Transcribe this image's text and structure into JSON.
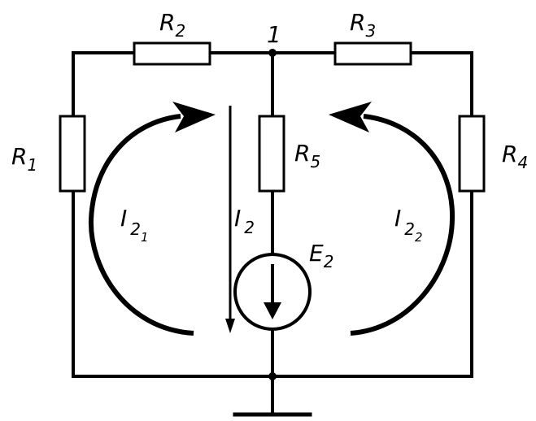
{
  "diagram": {
    "node_label": "1",
    "resistors": [
      {
        "id": "R1",
        "letter": "R",
        "subscript": "1"
      },
      {
        "id": "R2",
        "letter": "R",
        "subscript": "2"
      },
      {
        "id": "R3",
        "letter": "R",
        "subscript": "3"
      },
      {
        "id": "R4",
        "letter": "R",
        "subscript": "4"
      },
      {
        "id": "R5",
        "letter": "R",
        "subscript": "5"
      }
    ],
    "source": {
      "letter": "E",
      "subscript": "2"
    },
    "currents": {
      "branch": {
        "letter": "I",
        "subscript": "2"
      },
      "loop_left": {
        "letter": "I",
        "subscript": "2",
        "sub_subscript": "1"
      },
      "loop_right": {
        "letter": "I",
        "subscript": "2",
        "sub_subscript": "2"
      }
    },
    "colors": {
      "line": "#000000",
      "background": "#ffffff"
    }
  }
}
